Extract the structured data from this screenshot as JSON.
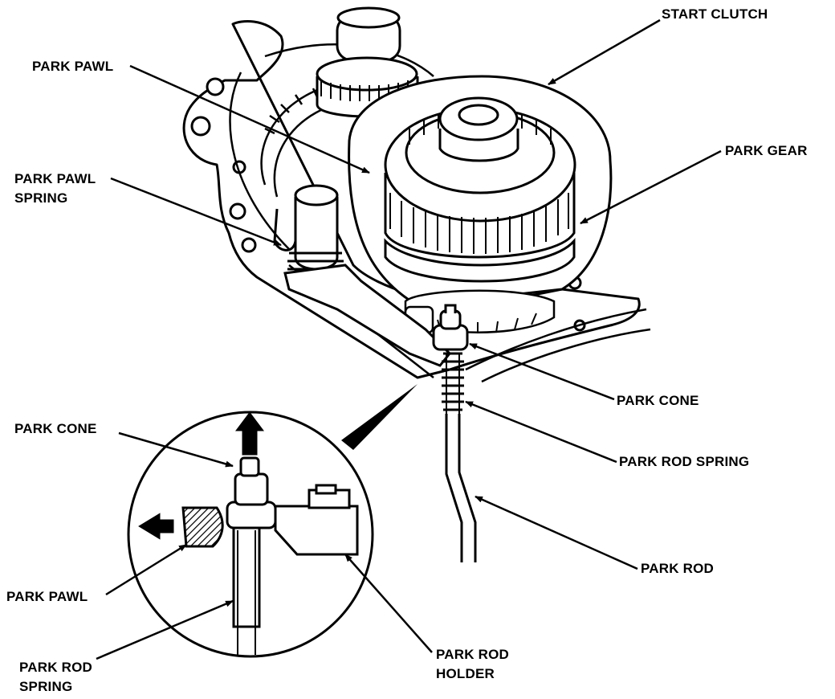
{
  "labels": {
    "start_clutch": "START CLUTCH",
    "park_pawl": "PARK PAWL",
    "park_gear": "PARK GEAR",
    "park_pawl_spring_1": "PARK PAWL",
    "park_pawl_spring_2": "SPRING",
    "park_cone_main": "PARK CONE",
    "park_rod_spring_main": "PARK ROD SPRING",
    "park_rod": "PARK ROD",
    "park_cone_detail": "PARK CONE",
    "park_pawl_detail": "PARK PAWL",
    "park_rod_spring_detail_1": "PARK ROD",
    "park_rod_spring_detail_2": "SPRING",
    "park_rod_holder_1": "PARK ROD",
    "park_rod_holder_2": "HOLDER"
  },
  "colors": {
    "ink": "#000000",
    "paper": "#ffffff"
  }
}
